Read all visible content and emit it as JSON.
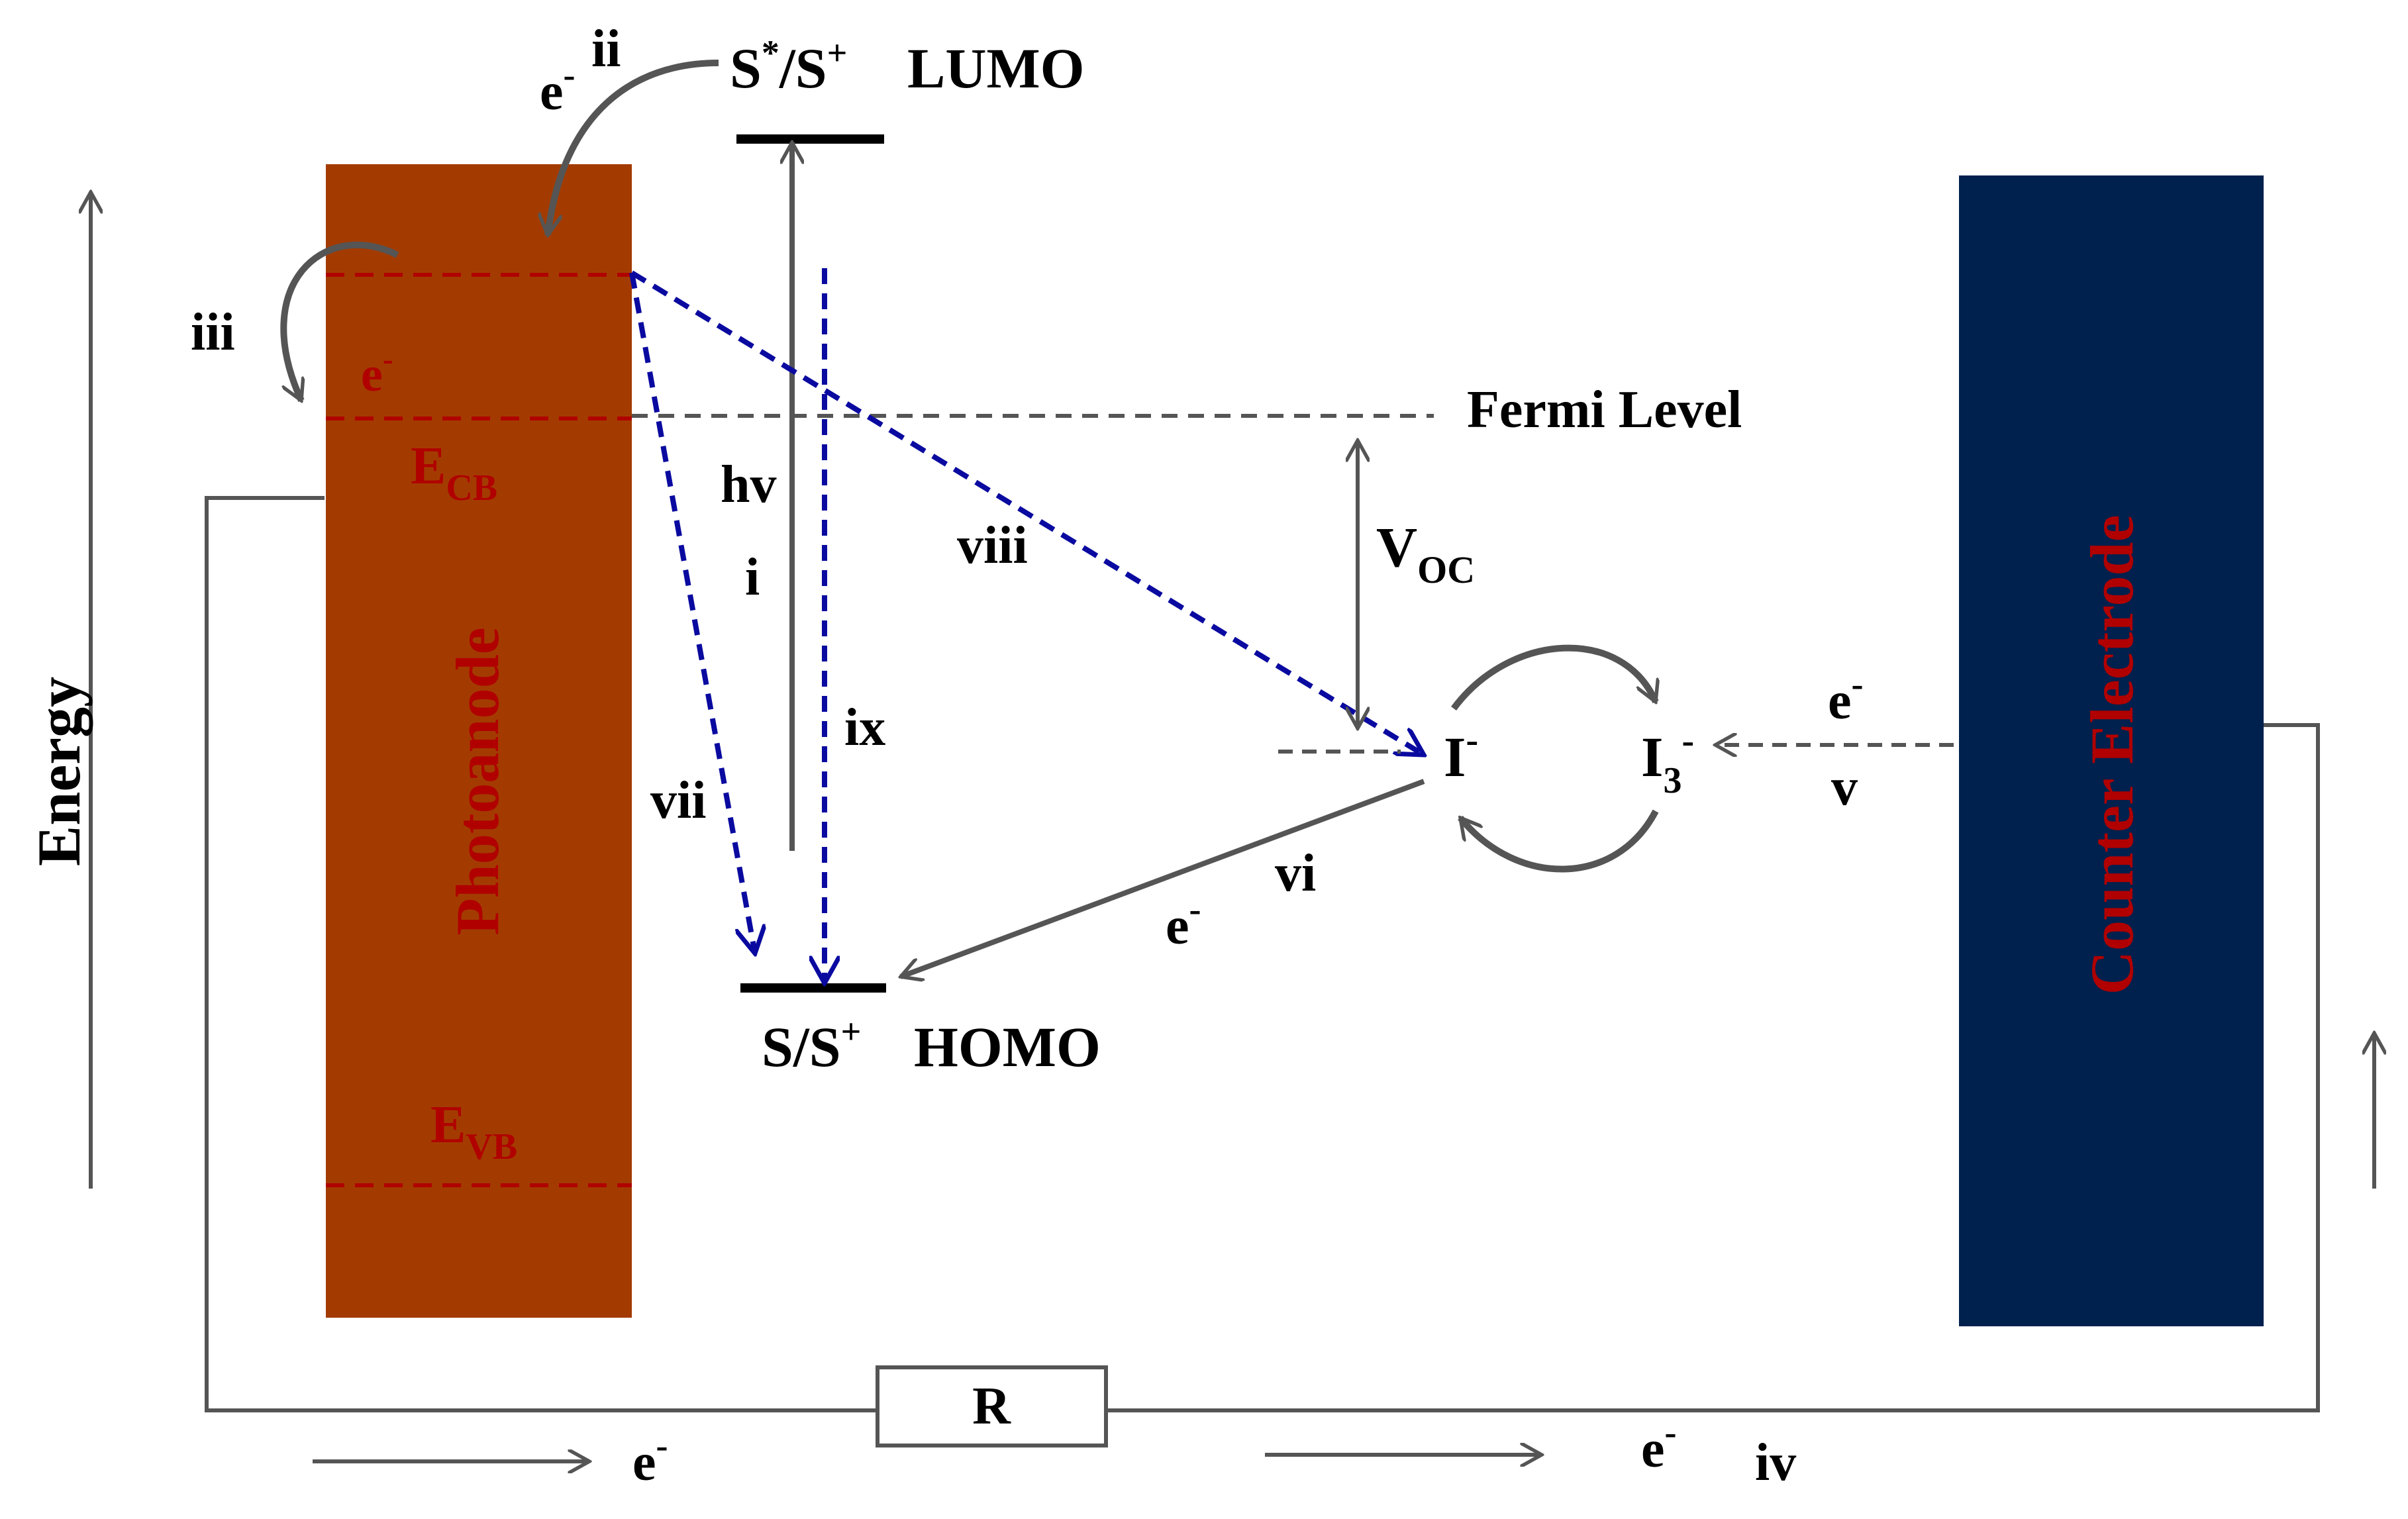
{
  "labels": {
    "energy": "Energy",
    "photoanode": "Photoanode",
    "counter_electrode": "Counter Electrode",
    "lumo_state": "S",
    "lumo_state_sup": "*",
    "lumo_state_rest": "/S",
    "lumo_plus": "+",
    "lumo": "LUMO",
    "homo_state": "S/S",
    "homo_plus": "+",
    "homo": "HOMO",
    "fermi_level": "Fermi Level",
    "e_cb": "E",
    "e_cb_sub": "CB",
    "e_vb": "E",
    "e_vb_sub": "VB",
    "v_oc": "V",
    "v_oc_sub": "OC",
    "hv": "hv",
    "iodide": "I",
    "iodide_sup": "-",
    "triiodide": "I",
    "triiodide_sub": "3",
    "triiodide_sup": "-",
    "resistor": "R",
    "electron": "e",
    "electron_sup": "-",
    "steps": {
      "i": "i",
      "ii": "ii",
      "iii": "iii",
      "iv": "iv",
      "v": "v",
      "vi": "vi",
      "vii": "vii",
      "viii": "viii",
      "ix": "ix"
    }
  },
  "colors": {
    "photoanode_fill": "#a33b00",
    "counter_electrode_fill": "#00204d",
    "red_text": "#b00000",
    "blue_dashed": "#0a0aa0",
    "gray_line": "#555555"
  }
}
